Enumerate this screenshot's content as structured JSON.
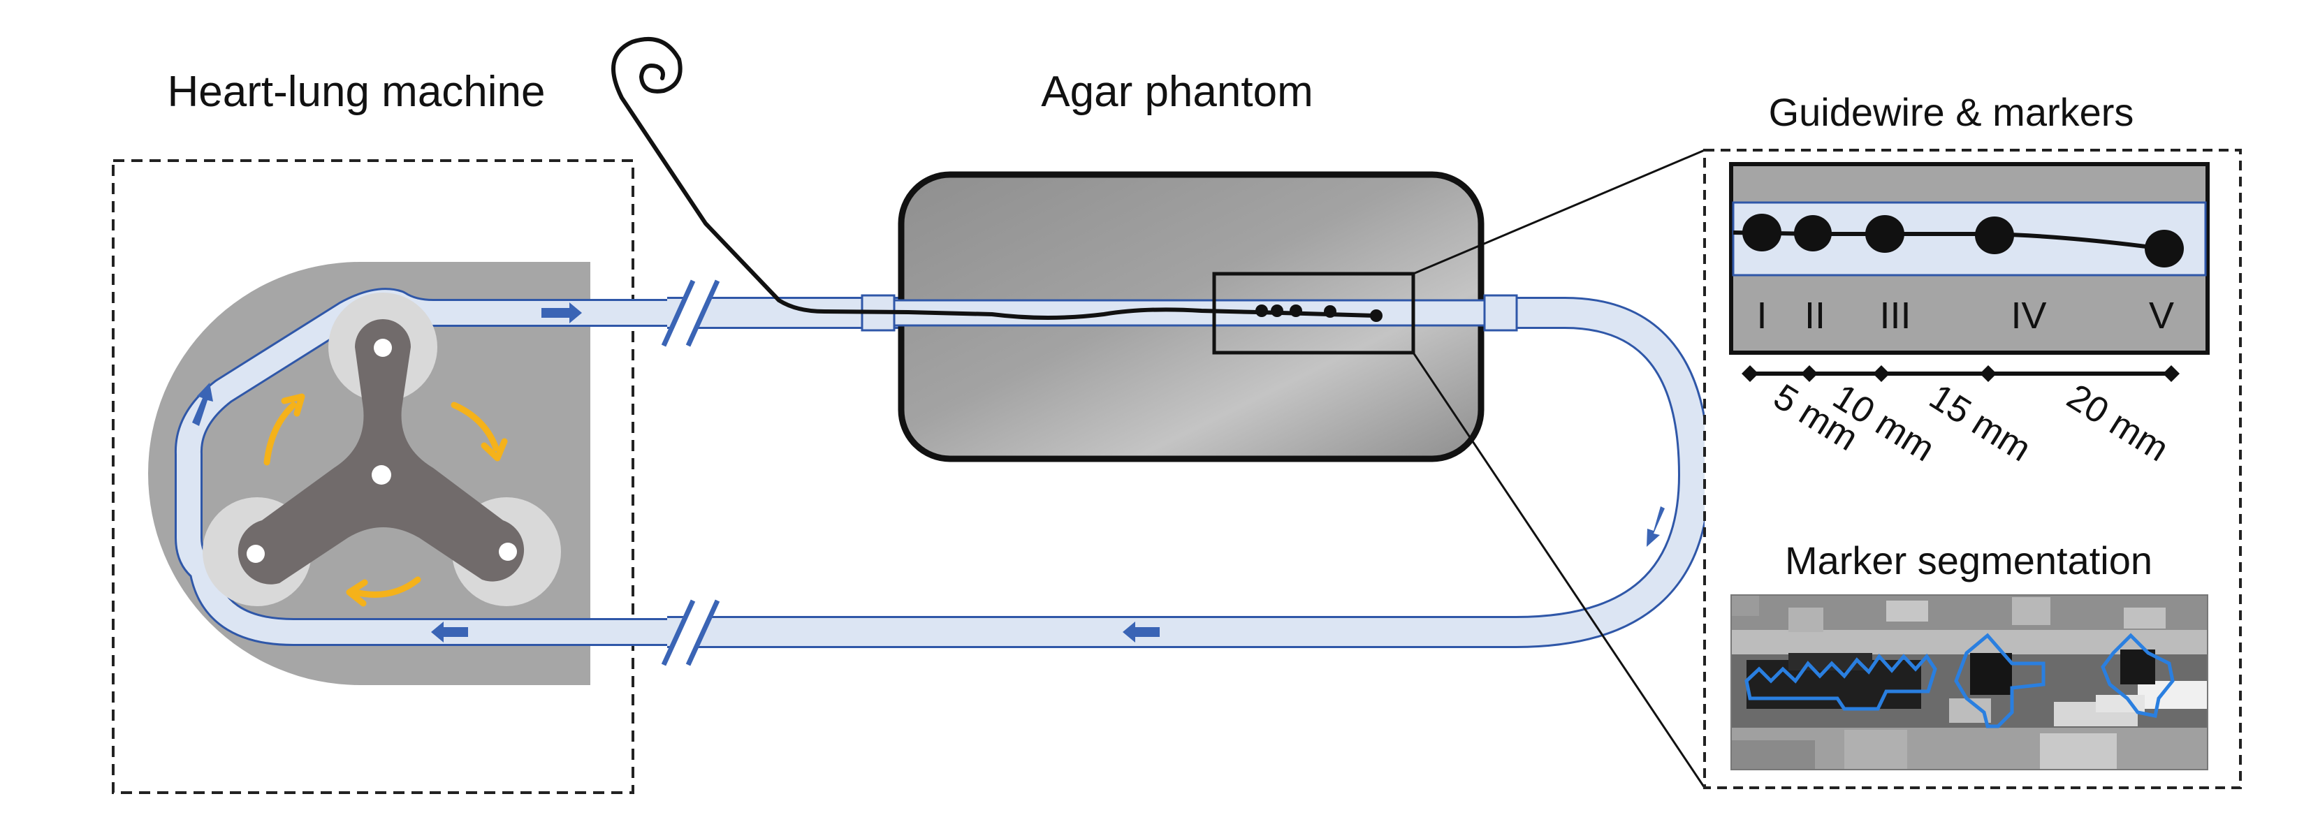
{
  "labels": {
    "heart_lung_machine": "Heart-lung machine",
    "agar_phantom": "Agar phantom",
    "guidewire_markers": "Guidewire & markers",
    "marker_segmentation": "Marker segmentation"
  },
  "markers": [
    "I",
    "II",
    "III",
    "IV",
    "V"
  ],
  "distances": [
    "5 mm",
    "10 mm",
    "15 mm",
    "20 mm"
  ],
  "colors": {
    "tube_fill": "#dce5f3",
    "tube_stroke": "#2f57a8",
    "flow_arrow": "#3a64b5",
    "rotation_arrow": "#f5b21a",
    "pump_housing": "#a6a6a6",
    "rotor": "#716b6b",
    "roller": "#d9d9d9",
    "phantom_fill": "#9d9d9d",
    "segmentation_outline": "#2a7fe0"
  }
}
